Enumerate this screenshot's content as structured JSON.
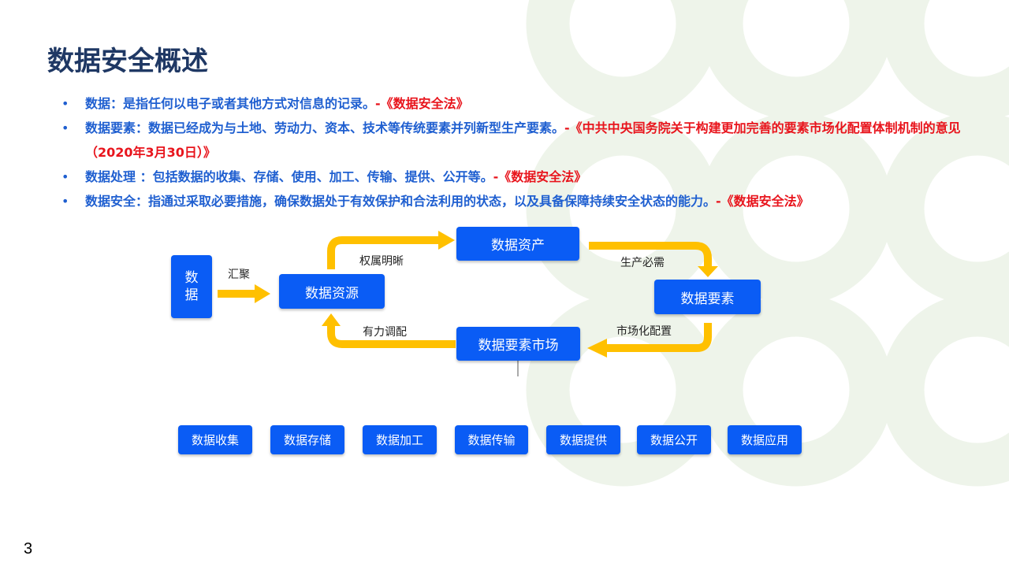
{
  "title": "数据安全概述",
  "bullets": [
    {
      "marker": "•",
      "text": "数据：是指任何以电子或者其他方式对信息的记录。",
      "ref": "-《数据安全法》"
    },
    {
      "marker": "•",
      "text": "数据要素：数据已经成为与土地、劳动力、资本、技术等传统要素并列新型生产要素。",
      "ref": "-《中共中央国务院关于构建更加完善的要素市场化配置体制机制的意见（2020年3月30日）》"
    },
    {
      "marker": "•",
      "text": "数据处理 ：包括数据的收集、存储、使用、加工、传输、提供、公开等。",
      "ref": "-《数据安全法》"
    },
    {
      "marker": "•",
      "text": "数据安全：指通过采取必要措施，确保数据处于有效保护和合法利用的状态，以及具备保障持续安全状态的能力。",
      "ref": "-《数据安全法》"
    }
  ],
  "diagram": {
    "data_char1": "数",
    "data_char2": "据",
    "gather_label": "汇聚",
    "resource": "数据资源",
    "ownership_label": "权属明晰",
    "asset": "数据资产",
    "production_label": "生产必需",
    "element": "数据要素",
    "market_label": "市场化配置",
    "market": "数据要素市场",
    "allocate_label": "有力调配"
  },
  "stages": [
    "数据收集",
    "数据存储",
    "数据加工",
    "数据传输",
    "数据提供",
    "数据公开",
    "数据应用"
  ],
  "page_number": "3",
  "colors": {
    "title": "#1f3864",
    "bullet_text": "#1f5fd0",
    "reference": "#e8141c",
    "box": "#0a5cf5",
    "arrow": "#ffc000",
    "decoration": "#eef4ea"
  }
}
